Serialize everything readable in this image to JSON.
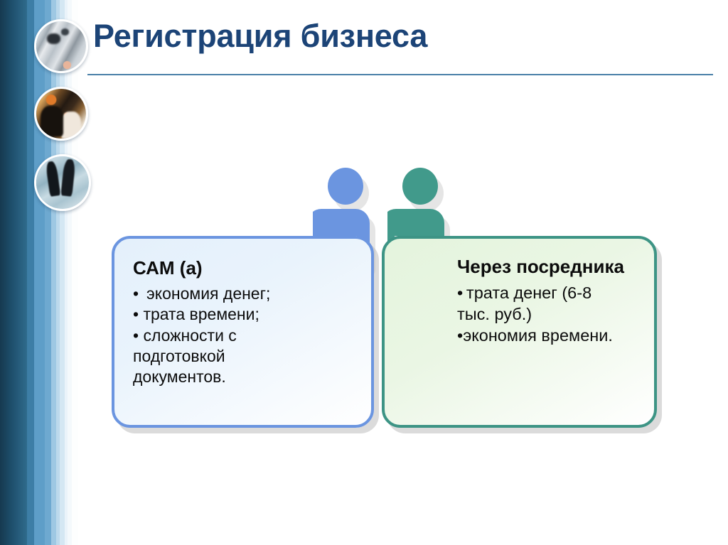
{
  "slide": {
    "title": "Регистрация бизнеса",
    "background_color": "#ffffff",
    "title_color": "#1c4477",
    "rule_color": "#4a80a8"
  },
  "sidebar": {
    "stripe_colors": [
      "#16394f",
      "#3d7ea6",
      "#5e9ec8",
      "#6ea9d0",
      "#9ec8e3",
      "#bcd9ec",
      "#d4e7f3",
      "#eaf3fa",
      "#f4f9fc",
      "#fdfefe"
    ],
    "photo_bubbles": [
      {
        "icon": "office-desk-photo-icon",
        "alt": "Фото офисного стола"
      },
      {
        "icon": "business-meeting-photo-icon",
        "alt": "Фото деловой встречи"
      },
      {
        "icon": "walking-businesspeople-photo-icon",
        "alt": "Фото идущих деловых людей"
      }
    ]
  },
  "figures": [
    {
      "name": "person-pictogram-blue",
      "color": "#6b95e0",
      "represents": "САМ (а)"
    },
    {
      "name": "person-pictogram-green",
      "color": "#419a8b",
      "represents": "Через посредника"
    }
  ],
  "cards": [
    {
      "id": "card-self",
      "heading": "САМ (а)",
      "accent_color": "#6b95e0",
      "bullets": [
        "•  экономия денег;",
        "• трата времени;",
        "• сложности с\nподготовкой\nдокументов."
      ]
    },
    {
      "id": "card-agent",
      "heading": "Через\nпосредника",
      "accent_color": "#3d9485",
      "bullets": [
        "• трата денег (6-8\nтыс. руб.)",
        "•экономия времени."
      ]
    }
  ]
}
